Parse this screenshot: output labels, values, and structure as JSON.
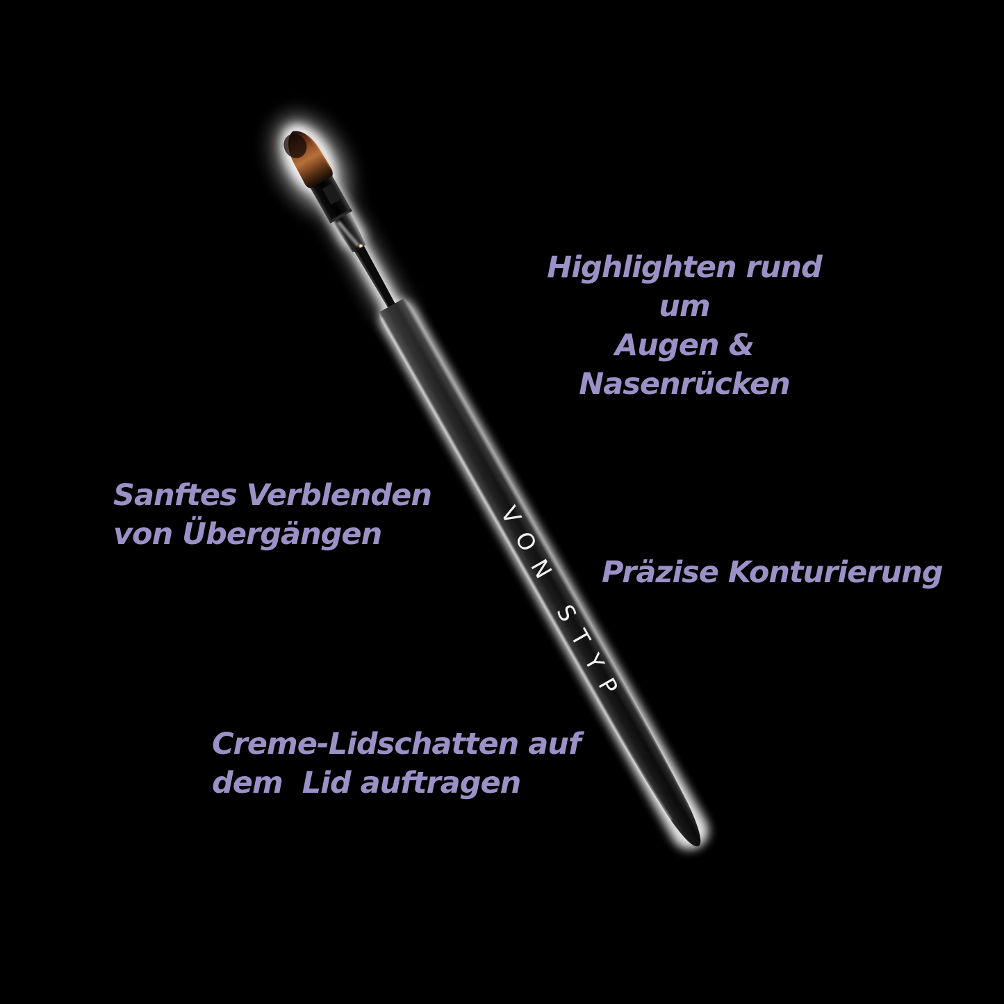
{
  "page": {
    "background_color": "#000000"
  },
  "brand": {
    "label": "VON STYP",
    "label_color": "#ffffff"
  },
  "annotations": {
    "highlight": {
      "line1": "Highlighten rund um",
      "line2": "Augen & Nasenrücken"
    },
    "blend": {
      "line1": "Sanftes Verblenden",
      "line2": "von Übergängen"
    },
    "contour": {
      "line1": "Präzise Konturierung"
    },
    "cream": {
      "line1": "Creme-Lidschatten auf",
      "line2": "dem  Lid auftragen"
    }
  },
  "colors": {
    "annotation_text": "#9c91c6",
    "bristle_amber": "#a05a2c",
    "bristle_dark_tip": "#1a0e08",
    "ferrule_black": "#0d0d0d",
    "handle_black": "#0a0a0a",
    "edge_glow": "#ffffff"
  }
}
